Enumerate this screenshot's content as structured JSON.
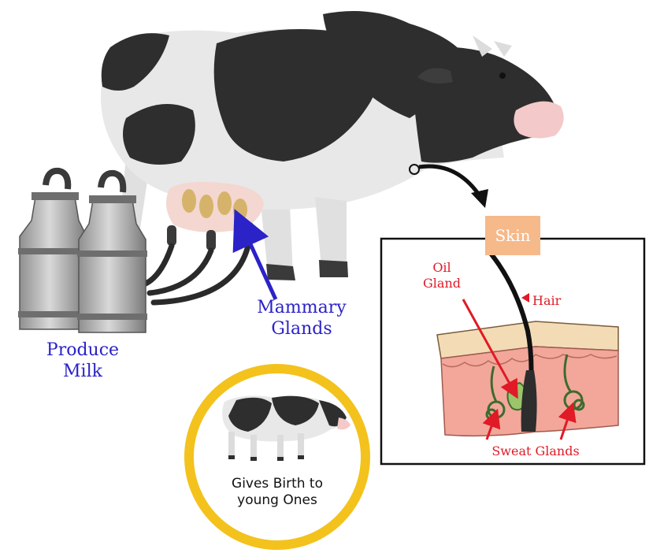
{
  "labels": {
    "produce_milk": "Produce Milk",
    "mammary_glands": "Mammary Glands",
    "skin": "Skin",
    "oil_gland": "Oil Gland",
    "hair": "Hair",
    "sweat_glands": "Sweat Glands",
    "gives_birth": "Gives Birth to young Ones"
  },
  "colors": {
    "label_blue": "#2b22c8",
    "label_red": "#e01a26",
    "cow_black": "#2e2e2e",
    "cow_white": "#e8e8e8",
    "skin_pink": "#f2a79a",
    "skin_tag": "#f6b98a",
    "circle_ring": "#f3c21c"
  }
}
